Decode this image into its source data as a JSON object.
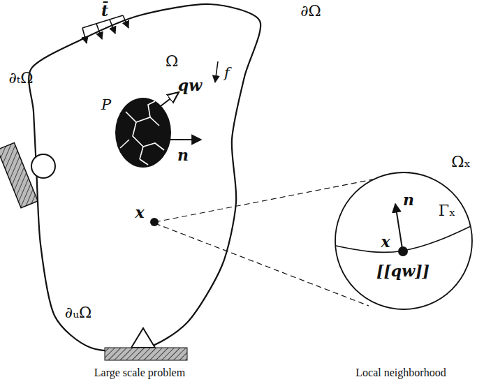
{
  "diagram": {
    "labels": [
      "∂Ω",
      "t̄",
      "∂ₜΩ",
      "Ω",
      "P",
      "qw",
      "n",
      "f",
      "x",
      "∂ᵤΩ",
      "Ωₓ",
      "n",
      "x",
      "Γₓ",
      "[[qw]]",
      "Large scale problem",
      "Local neighborhood"
    ]
  }
}
